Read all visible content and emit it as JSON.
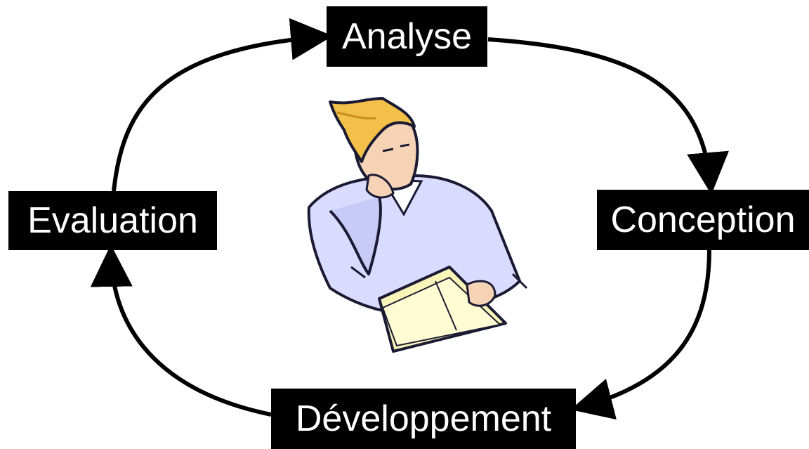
{
  "diagram": {
    "type": "cycle",
    "stages": {
      "analyse": "Analyse",
      "conception": "Conception",
      "developpement": "Développement",
      "evaluation": "Evaluation"
    },
    "flow": [
      [
        "Evaluation",
        "Analyse"
      ],
      [
        "Analyse",
        "Conception"
      ],
      [
        "Conception",
        "Développement"
      ],
      [
        "Développement",
        "Evaluation"
      ]
    ],
    "illustration": "man-reading-book-icon",
    "colors": {
      "node_fill": "#000000",
      "node_text": "#ffffff",
      "arrow": "#000000",
      "background": "#ffffff"
    }
  }
}
